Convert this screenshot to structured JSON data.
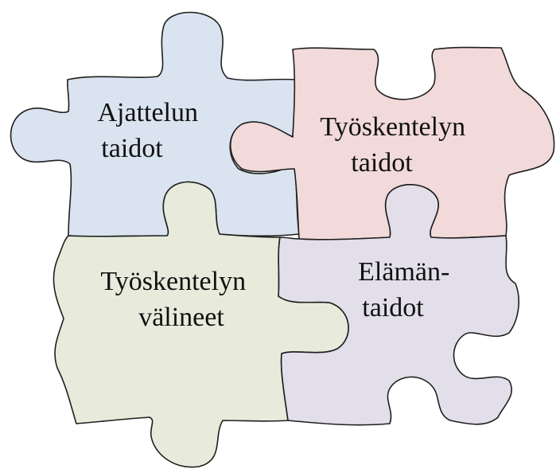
{
  "pieces": [
    {
      "id": "ajattelun-taidot",
      "color": "#dae3f0",
      "label_lines": [
        "Ajattelun",
        "taidot"
      ]
    },
    {
      "id": "tyoskentelyn-taidot",
      "color": "#f2dada",
      "label_lines": [
        "Työskentelyn",
        "taidot"
      ]
    },
    {
      "id": "tyoskentelyn-valineet",
      "color": "#e8ebdb",
      "label_lines": [
        "Työskentelyn",
        "välineet"
      ]
    },
    {
      "id": "elamantaidot",
      "color": "#e3dfea",
      "label_lines": [
        "Elämän-",
        "taidot"
      ]
    }
  ]
}
